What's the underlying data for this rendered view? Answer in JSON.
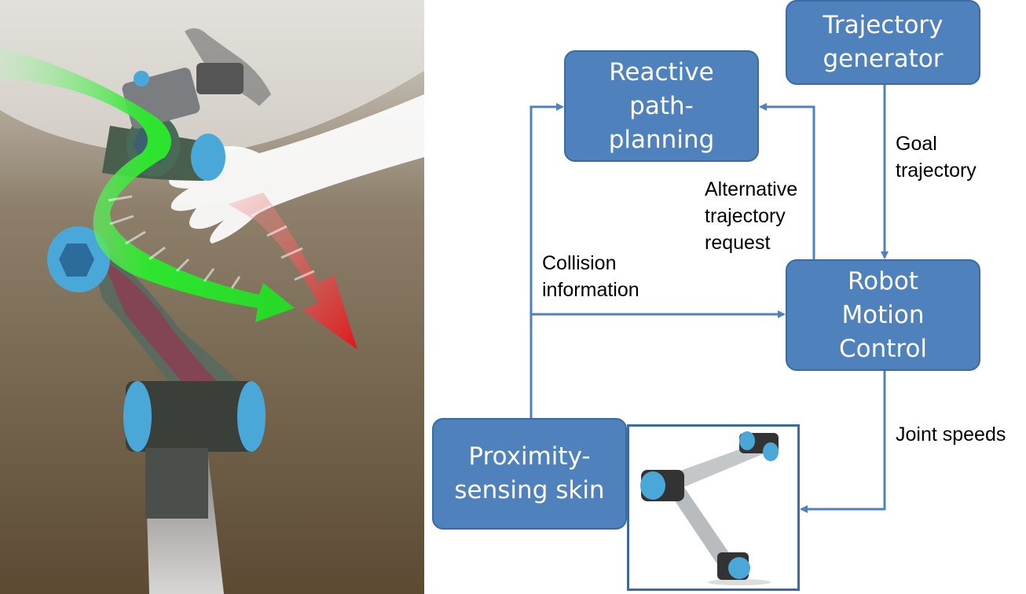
{
  "diagram": {
    "boxes": {
      "reactive_path_planning": "Reactive\npath-\nplanning",
      "trajectory_generator": "Trajectory\ngenerator",
      "robot_motion_control": "Robot\nMotion\nControl",
      "proximity_sensing_skin": "Proximity-\nsensing skin"
    },
    "labels": {
      "goal_trajectory": "Goal\ntrajectory",
      "alternative_trajectory_request": "Alternative\ntrajectory\nrequest",
      "collision_information": "Collision\ninformation",
      "joint_speeds": "Joint speeds"
    }
  },
  "colors": {
    "box_fill": "#4f81bd",
    "arrow": "#4f81bd",
    "green_arrow": "#2ee52e",
    "red_arrow": "#e01818"
  }
}
